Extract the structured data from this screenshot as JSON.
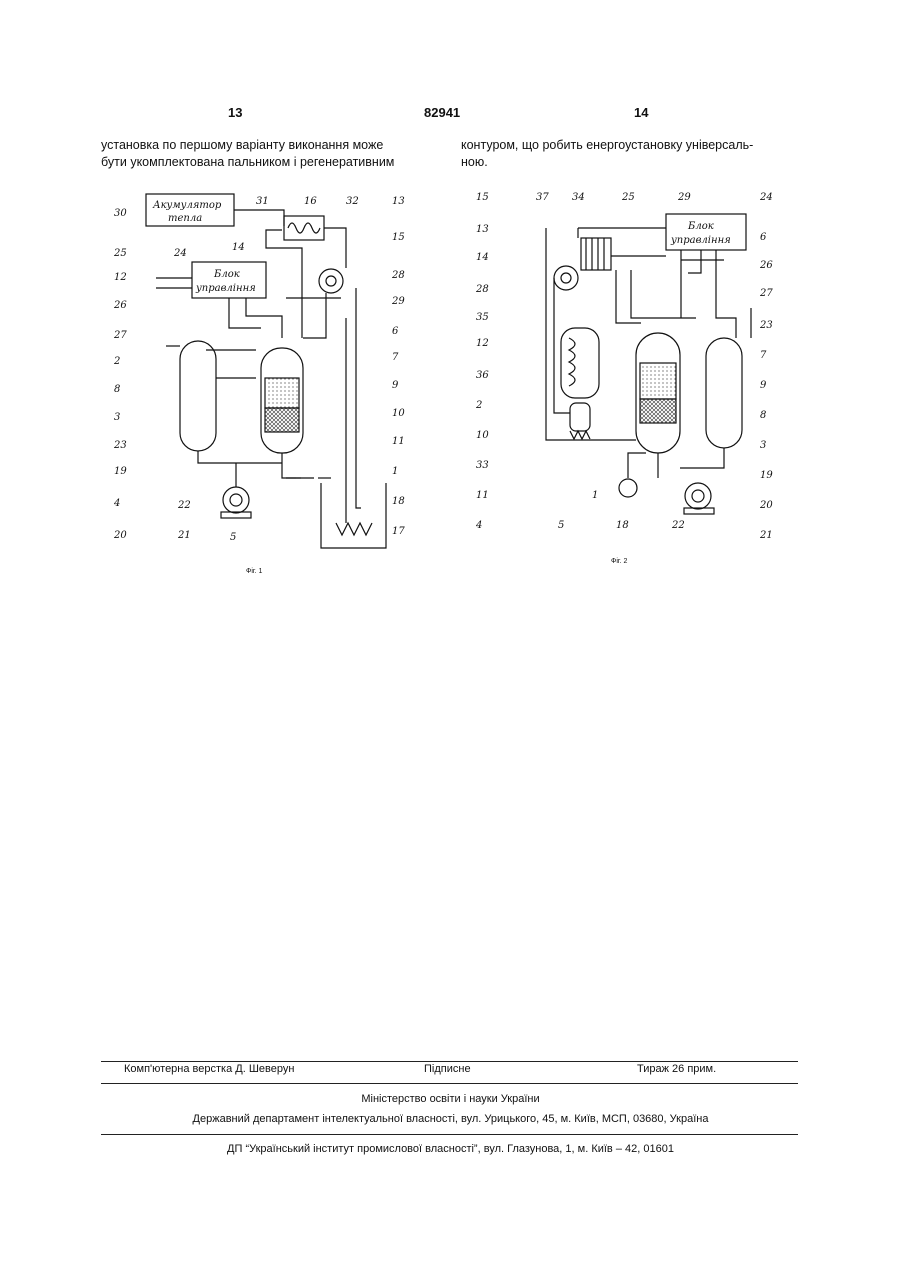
{
  "header": {
    "page_left": "13",
    "patent_number": "82941",
    "page_right": "14"
  },
  "text": {
    "left_col": [
      "установка по першому варіанту виконання може",
      "бути укомплектована пальником і регенеративним"
    ],
    "right_col": [
      "контуром, що робить енергоустановку універсаль-",
      "ною."
    ]
  },
  "fig1": {
    "caption": "Фіг. 1",
    "box_accumulator": [
      "Акумулятор",
      "тепла"
    ],
    "box_control": [
      "Блок",
      "управління"
    ],
    "labels": [
      "30",
      "31",
      "16",
      "32",
      "13",
      "14",
      "15",
      "24",
      "25",
      "12",
      "28",
      "29",
      "26",
      "6",
      "27",
      "7",
      "2",
      "9",
      "8",
      "10",
      "3",
      "11",
      "23",
      "1",
      "19",
      "18",
      "4",
      "22",
      "17",
      "20",
      "21",
      "5"
    ]
  },
  "fig2": {
    "caption": "Фіг. 2",
    "box_control": [
      "Блок",
      "управління"
    ],
    "labels": [
      "15",
      "37",
      "34",
      "25",
      "29",
      "24",
      "13",
      "6",
      "14",
      "26",
      "28",
      "27",
      "35",
      "23",
      "12",
      "7",
      "36",
      "2",
      "9",
      "10",
      "8",
      "33",
      "3",
      "11",
      "19",
      "1",
      "20",
      "4",
      "5",
      "18",
      "22",
      "21"
    ]
  },
  "footer": {
    "layout_by": "Комп'ютерна верстка Д. Шеверун",
    "signed": "Підписне",
    "circulation": "Тираж 26 прим.",
    "ministry": "Міністерство освіти і науки України",
    "department": "Державний департамент інтелектуальної власності, вул. Урицького, 45, м. Київ, МСП, 03680, Україна",
    "institute": "ДП “Український інститут промислової власності”, вул. Глазунова, 1, м. Київ – 42, 01601"
  }
}
